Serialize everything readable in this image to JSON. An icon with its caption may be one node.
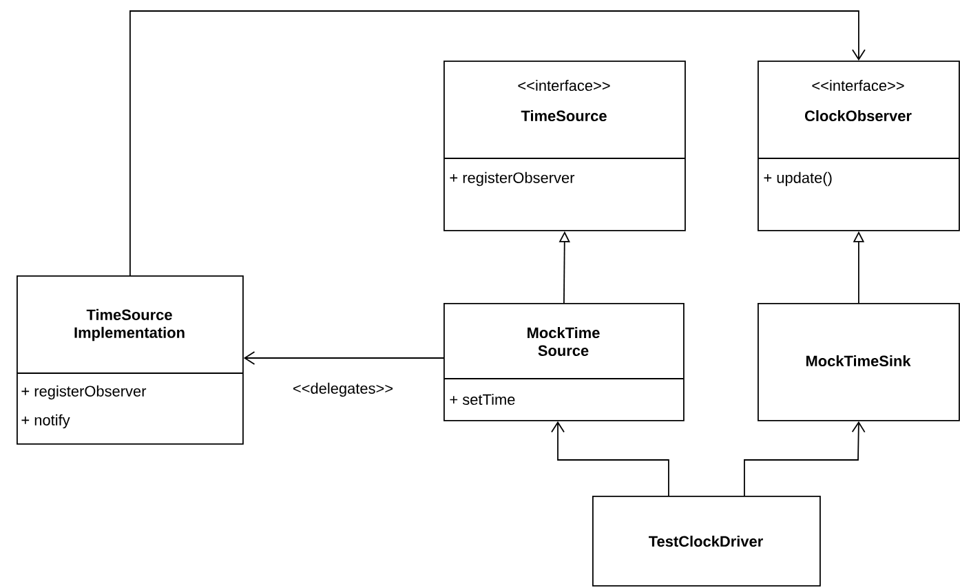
{
  "diagram": {
    "nodes": [
      {
        "text": [
          "<<interface>>",
          "TimeSource",
          "+ registerObserver"
        ]
      },
      {
        "text": [
          "<<interface>>",
          "ClockObserver",
          "+ update()"
        ]
      },
      {
        "text": [
          "TimeSource Implementation",
          "+ registerObserver",
          "+ notify"
        ]
      },
      {
        "text": [
          "MockTime Source",
          "+ setTime"
        ]
      },
      {
        "text": [
          "MockTimeSink"
        ]
      },
      {
        "text": [
          "TestClockDriver"
        ]
      }
    ],
    "edges": [
      {
        "from": 2,
        "to": 1,
        "arrow": "to"
      },
      {
        "from": 3,
        "to": 0,
        "arrow": "to"
      },
      {
        "from": 4,
        "to": 1,
        "arrow": "to"
      },
      {
        "from": 3,
        "to": 2,
        "arrow": "to",
        "label": "<<delegates>>"
      },
      {
        "from": 5,
        "to": 3,
        "arrow": "to"
      },
      {
        "from": 5,
        "to": 4,
        "arrow": "to"
      }
    ]
  }
}
